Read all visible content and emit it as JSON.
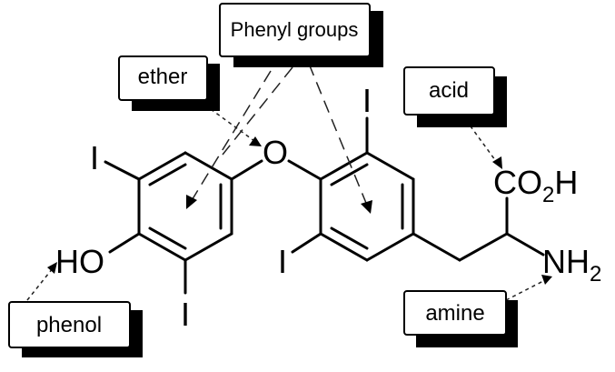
{
  "labels": {
    "phenyl": "Phenyl groups",
    "ether": "ether",
    "acid": "acid",
    "phenol": "phenol",
    "amine": "amine"
  },
  "atoms": {
    "iodine": "I",
    "oxygen": "O",
    "hydroxyl": "HO",
    "carboxyl": "CO",
    "carboxyl_sub": "2",
    "carboxyl_h": "H",
    "amino": "NH",
    "amino_sub": "2"
  }
}
